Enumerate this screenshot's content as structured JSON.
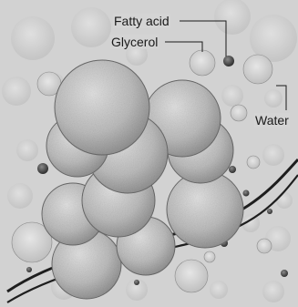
{
  "labels": {
    "fatty_acid": "Fatty acid",
    "glycerol": "Glycerol",
    "water": "Water"
  }
}
